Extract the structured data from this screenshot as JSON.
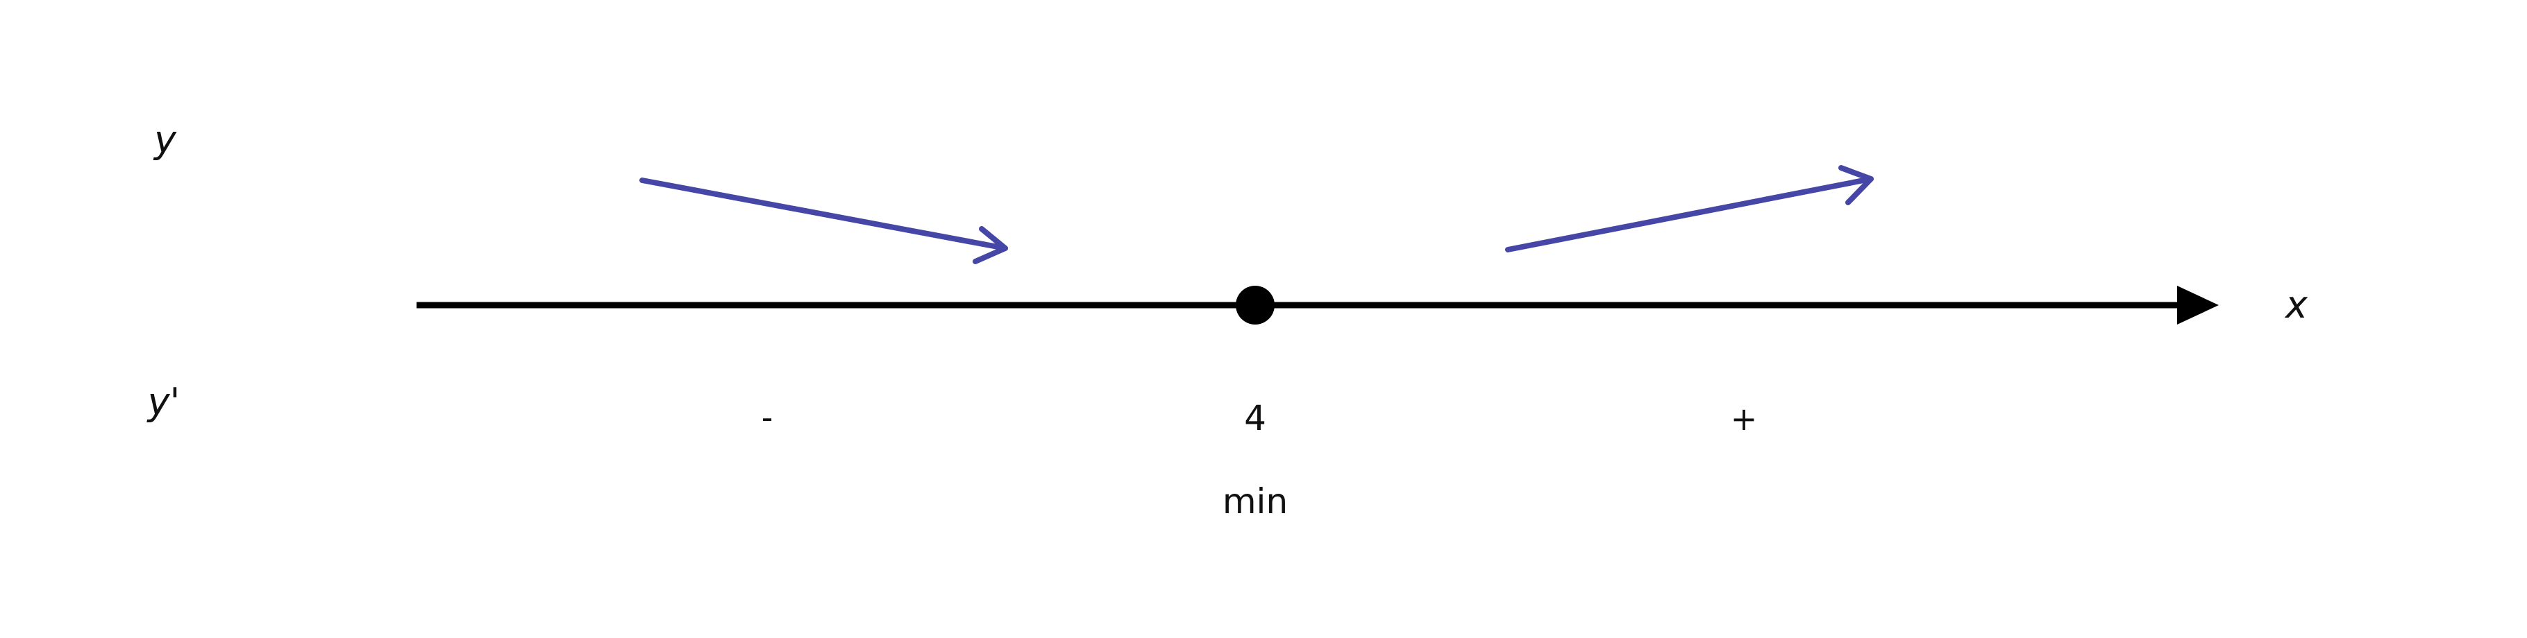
{
  "row_labels": {
    "function": "y",
    "derivative": "y'"
  },
  "axis": {
    "variable": "x"
  },
  "critical_point": {
    "value": "4",
    "classification": "min"
  },
  "intervals": [
    {
      "sign": "-",
      "behavior": "decreasing"
    },
    {
      "sign": "+",
      "behavior": "increasing"
    }
  ],
  "colors": {
    "axis": "#000000",
    "arrow": "#4646a6",
    "text": "#111111"
  }
}
